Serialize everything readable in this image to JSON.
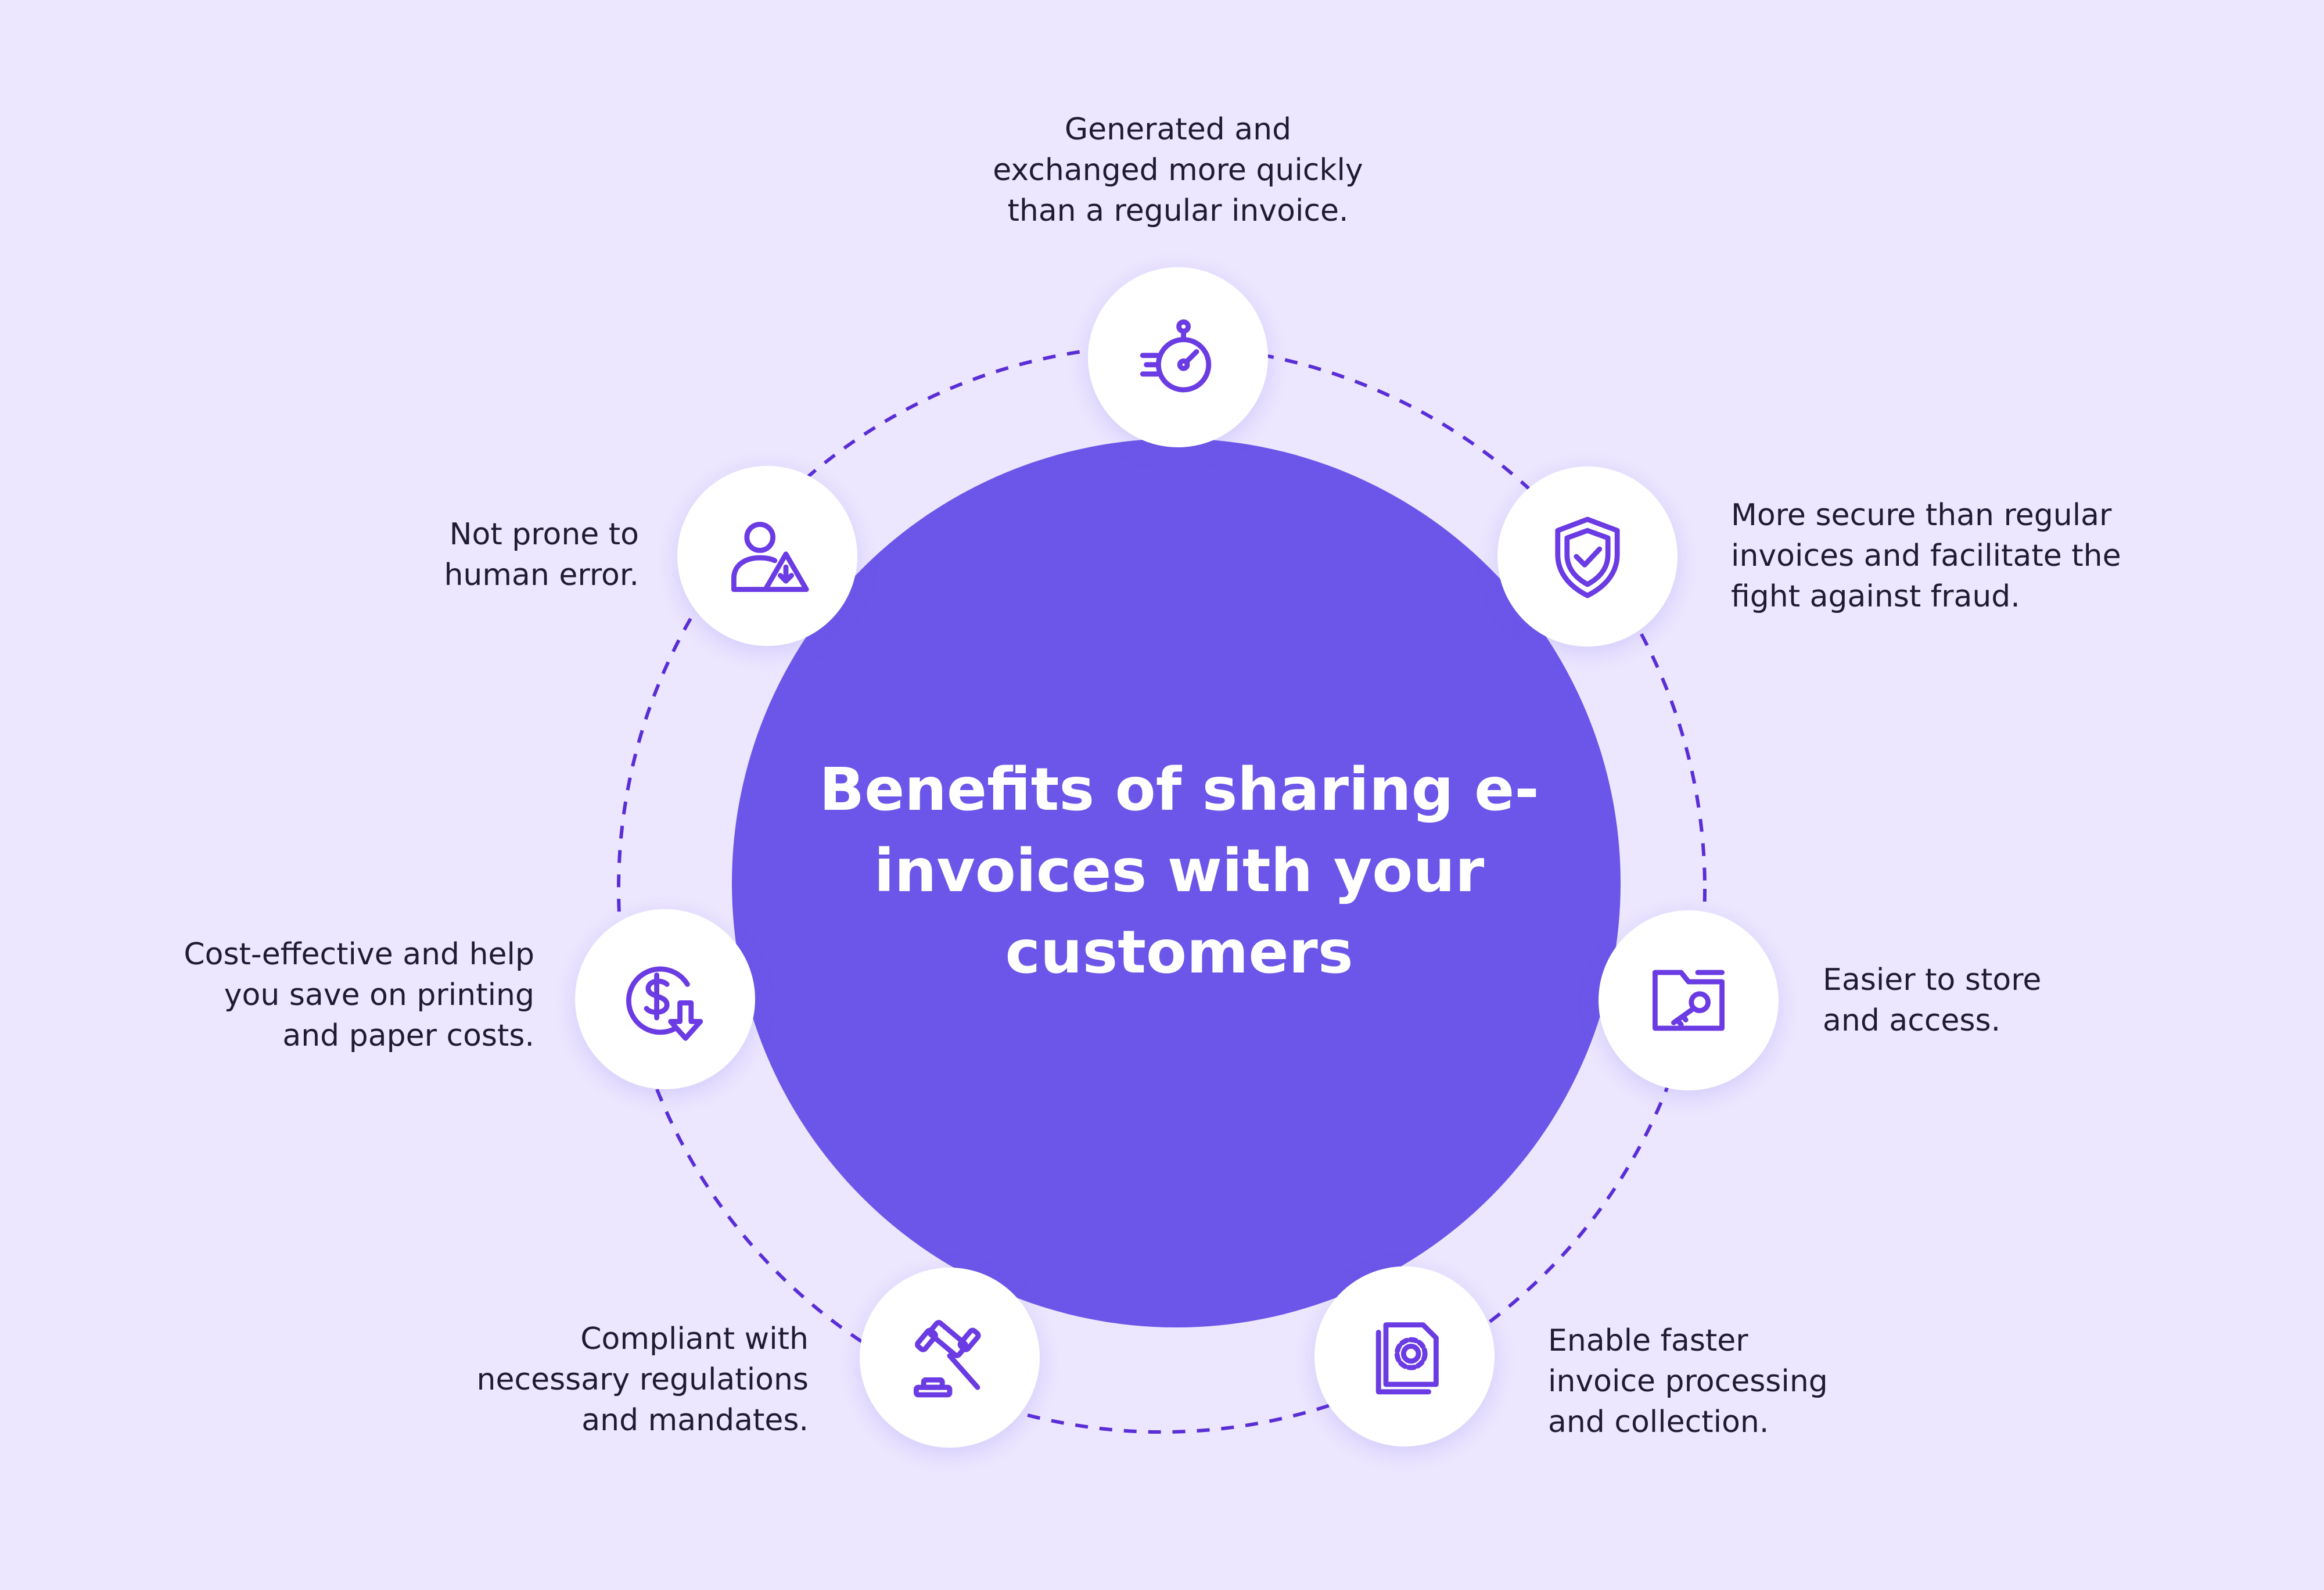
{
  "title": "Benefits of sharing e-invoices with your customers",
  "colors": {
    "background": "#ECE6FF",
    "accent": "#6C56E9",
    "icon_stroke": "#6B3BE3",
    "node_fill": "#FFFFFF",
    "text": "#1F1B33"
  },
  "benefits": [
    {
      "icon": "stopwatch-speed-icon",
      "text": "Generated and\nexchanged more quickly\nthan a regular invoice."
    },
    {
      "icon": "shield-check-icon",
      "text": "More secure than regular\ninvoices and facilitate the\nfight against fraud."
    },
    {
      "icon": "folder-key-icon",
      "text": "Easier to store\nand access."
    },
    {
      "icon": "documents-gear-icon",
      "text": "Enable faster\ninvoice processing\nand collection."
    },
    {
      "icon": "gavel-icon",
      "text": "Compliant with\nnecessary regulations\nand mandates."
    },
    {
      "icon": "dollar-download-icon",
      "text": "Cost-effective and help\nyou save on printing\nand paper costs."
    },
    {
      "icon": "user-warning-icon",
      "text": "Not prone to\nhuman error."
    }
  ]
}
